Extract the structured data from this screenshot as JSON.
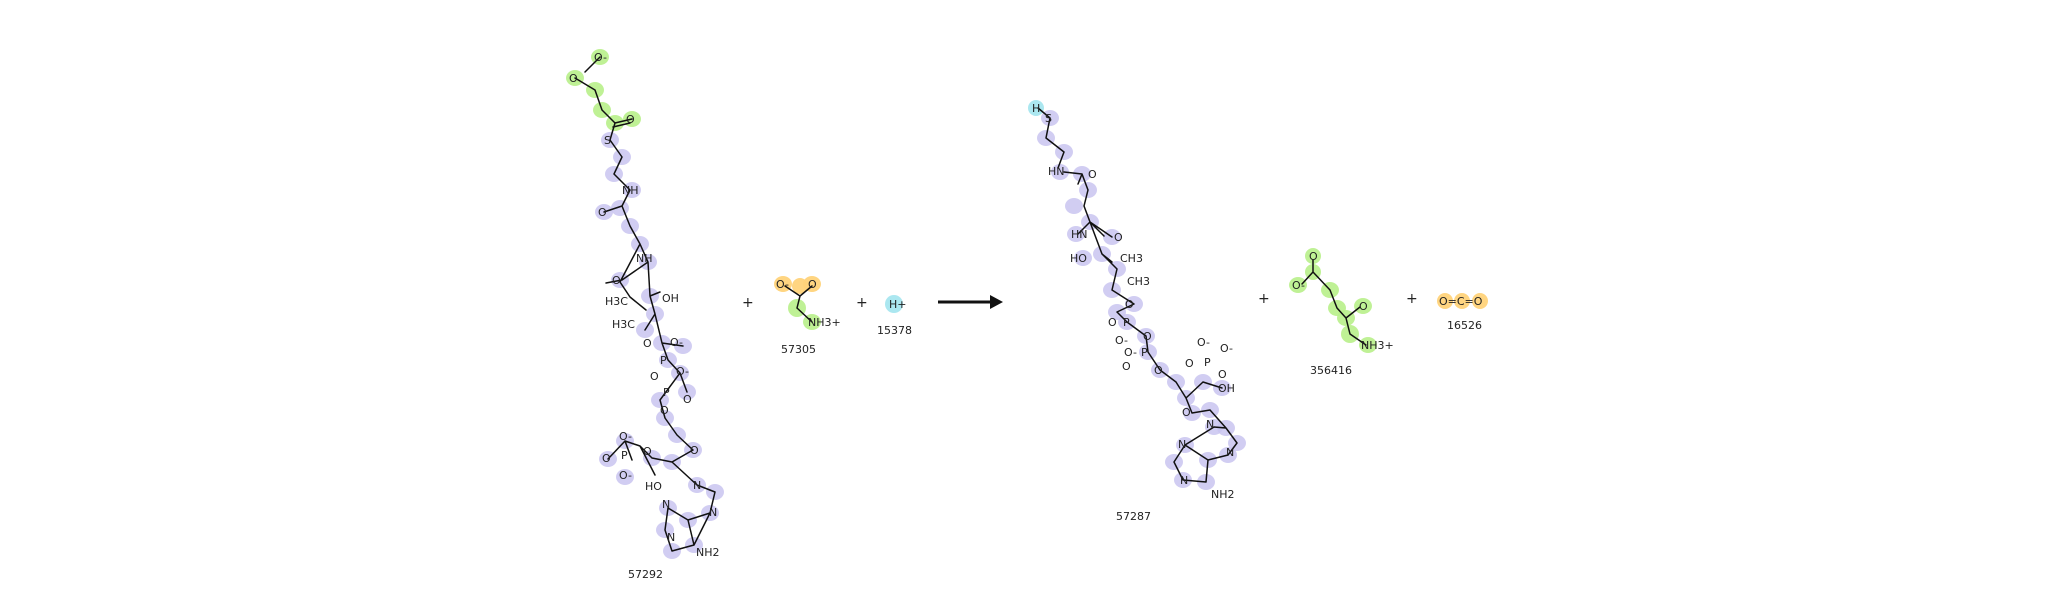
{
  "reaction": {
    "reactants": [
      {
        "id": "57292"
      },
      {
        "id": "57305"
      },
      {
        "id": "15378",
        "label": "H+"
      }
    ],
    "products": [
      {
        "id": "57287"
      },
      {
        "id": "356416"
      },
      {
        "id": "16526",
        "label": "O=C=O"
      }
    ],
    "operators": [
      "+",
      "+",
      "+",
      "+"
    ]
  },
  "atoms": {
    "o": "O",
    "o_minus": "O-",
    "nh": "NH",
    "hn": "HN",
    "oh": "OH",
    "ho": "HO",
    "h3c": "H3C",
    "ch3": "CH3",
    "nh2": "NH2",
    "nh3plus": "NH3+",
    "n": "N",
    "p": "P",
    "s": "S",
    "h": "H",
    "c": "C"
  },
  "colors": {
    "highlight_purple": "#c9c4f0",
    "highlight_green": "#b8ef8a",
    "highlight_orange": "#ffd37a",
    "highlight_cyan": "#a6e6ef"
  }
}
